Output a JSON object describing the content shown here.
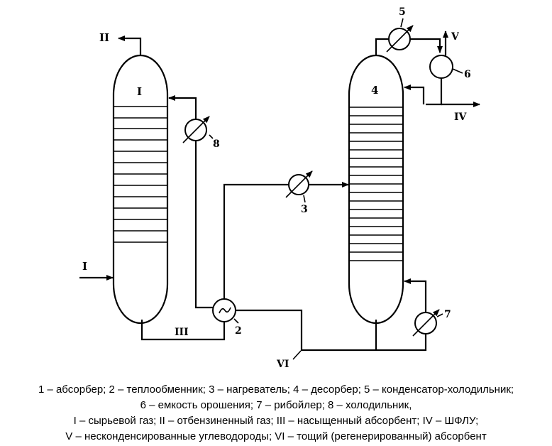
{
  "labels": {
    "stream_I": "I",
    "stream_II": "II",
    "stream_III": "III",
    "stream_IV": "IV",
    "stream_V": "V",
    "stream_VI": "VI",
    "absorber": "I",
    "desorber": "4",
    "heat_exchanger": "2",
    "heater": "3",
    "condenser": "5",
    "reflux_drum": "6",
    "reboiler": "7",
    "cooler": "8"
  },
  "caption": [
    "1 – абсорбер; 2 – теплообменник; 3 – нагреватель; 4 – десорбер; 5 – конденсатор-холодильник;",
    "6 – емкость орошения; 7 – рибойлер; 8 – холодильник,",
    "I – сырьевой газ; II – отбензиненный газ; III – насыщенный абсорбент; IV – ШФЛУ;",
    "V – несконденсированные углеводороды; VI – тощий (регенерированный) абсорбент"
  ]
}
